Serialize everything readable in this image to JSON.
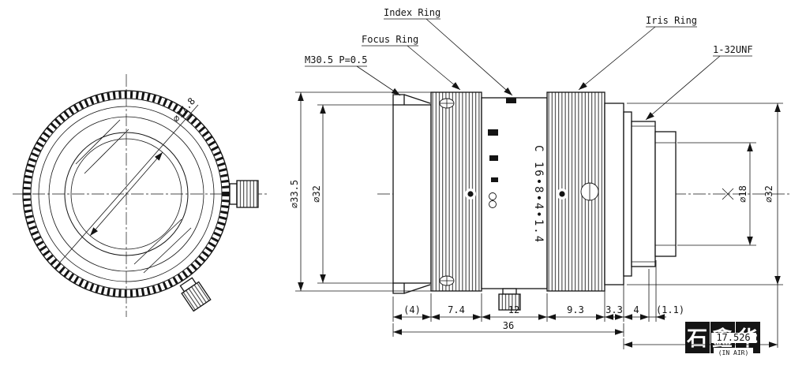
{
  "labels": {
    "m_thread": "M30.5 P=0.5",
    "focus_ring": "Focus Ring",
    "index_ring": "Index Ring",
    "iris_ring": "Iris Ring",
    "unf_thread": "1-32UNF"
  },
  "front": {
    "dia_glass": "⌀17.8"
  },
  "side": {
    "aperture_scale": "C 16•8•4•1.4",
    "dia_33_5": "⌀33.5",
    "dia_32_left": "⌀32",
    "dia_18": "⌀18",
    "dia_32_right": "⌀32"
  },
  "dims": {
    "chain": [
      "(4)",
      "7.4",
      "12",
      "9.3",
      "3.3",
      "4",
      "(1.1)"
    ],
    "overall": "36",
    "ffd": "17.526",
    "ffd_note": "(IN AIR)"
  },
  "logo": {
    "chars": [
      "石",
      "鑫",
      "华"
    ]
  }
}
